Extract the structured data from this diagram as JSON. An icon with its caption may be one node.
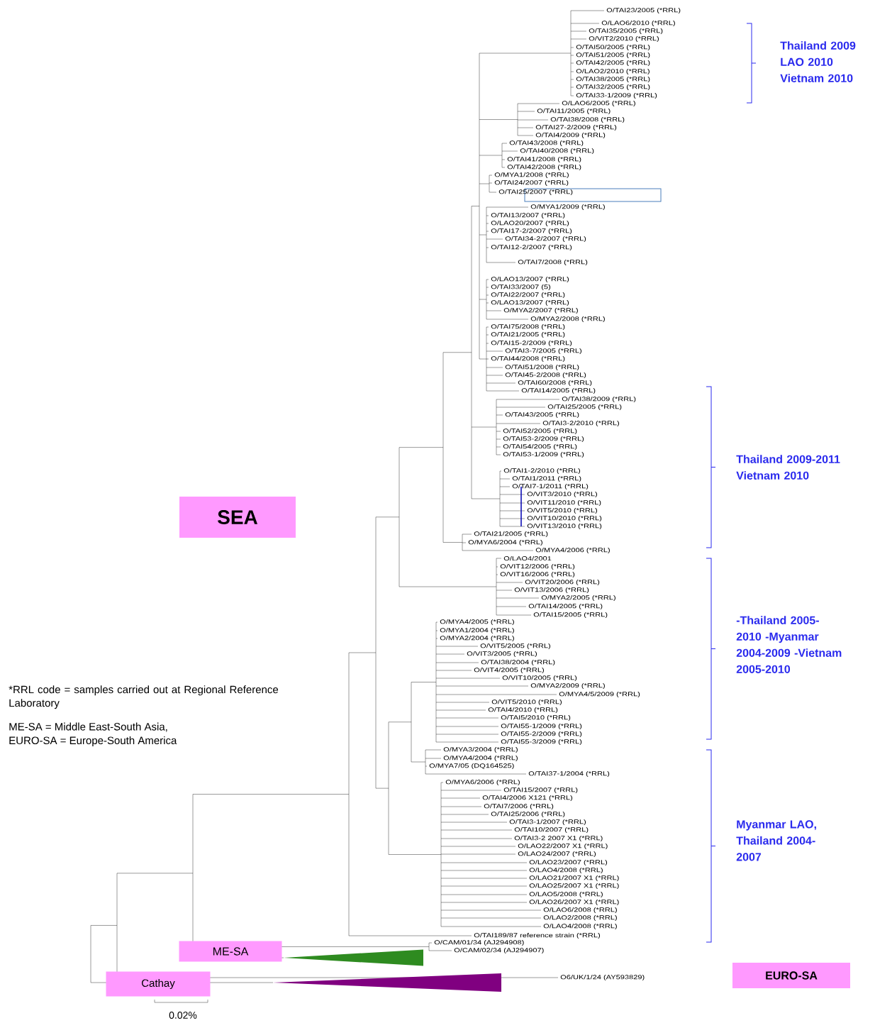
{
  "diagram": {
    "nodes": [
      {
        "text": [
          "SEA"
        ]
      },
      {
        "text": [
          "ME-SA"
        ]
      },
      {
        "text": [
          "Cathay"
        ]
      },
      {
        "text": [
          "EURO-SA"
        ]
      }
    ],
    "labels": [
      "O/TAI23/2005 (*RRL)",
      "O/LAO6/2010 (*RRL)",
      "O/TAI35/2005 (*RRL)",
      "O/VIT2/2010 (*RRL)",
      "O/TAI50/2005 (*RRL)",
      "O/TAI51/2005 (*RRL)",
      "O/TAI42/2005 (*RRL)",
      "O/LAO2/2010 (*RRL)",
      "O/TAI38/2005 (*RRL)",
      "O/TAI32/2005 (*RRL)",
      "O/TAI33-1/2009 (*RRL)",
      "O/LAO6/2005 (*RRL)",
      "O/TAI11/2005 (*RRL)",
      "O/TAI38/2008 (*RRL)",
      "O/TAI27-2/2009 (*RRL)",
      "O/TAI4/2009 (*RRL)",
      "O/TAI43/2008 (*RRL)",
      "O/TAI40/2008 (*RRL)",
      "O/TAI41/2008 (*RRL)",
      "O/TAI42/2008 (*RRL)",
      "O/MYA1/2008 (*RRL)",
      "O/TAI24/2007 (*RRL)",
      "O/TAI25/2007 (*RRL)",
      "O/MYA1/2009 (*RRL)",
      "O/TAI13/2007 (*RRL)",
      "O/LAO20/2007 (*RRL)",
      "O/TAI17-2/2007 (*RRL)",
      "O/TAI34-2/2007 (*RRL)",
      "O/TAI12-2/2007 (*RRL)",
      "O/TAI7/2008 (*RRL)",
      "O/LAO13/2007 (*RRL)",
      "O/TAI33/2007 (5)",
      "O/TAI22/2007 (*RRL)",
      "O/LAO13/2007 (*RRL)",
      "O/MYA2/2007 (*RRL)",
      "O/MYA2/2008 (*RRL)",
      "O/TAI75/2008 (*RRL)",
      "O/TAI21/2005 (*RRL)",
      "O/TAI15-2/2009 (*RRL)",
      "O/TAI3-7/2005 (*RRL)",
      "O/TAI44/2008 (*RRL)",
      "O/TAI51/2008 (*RRL)",
      "O/TAI45-2/2008 (*RRL)",
      "O/TAI60/2008 (*RRL)",
      "O/TAI14/2005 (*RRL)",
      "O/TAI38/2009 (*RRL)",
      "O/TAI25/2005 (*RRL)",
      "O/TAI43/2005 (*RRL)",
      "O/TAI3-2/2010 (*RRL)",
      "O/TAI52/2005 (*RRL)",
      "O/TAI53-2/2009 (*RRL)",
      "O/TAI54/2005 (*RRL)",
      "O/TAI53-1/2009 (*RRL)",
      "O/TAI1-2/2010 (*RRL)",
      "O/TAI1/2011 (*RRL)",
      "O/TAI7-1/2011 (*RRL)",
      "O/VIT3/2010 (*RRL)",
      "O/VIT11/2010 (*RRL)",
      "O/VIT5/2010 (*RRL)",
      "O/VIT10/2010 (*RRL)",
      "O/VIT13/2010 (*RRL)",
      "O/TAI21/2005 (*RRL)",
      "O/MYA6/2004 (*RRL)",
      "O/MYA4/2006 (*RRL)",
      "O/LAO4/2001",
      "O/VIT12/2006 (*RRL)",
      "O/VIT16/2006 (*RRL)",
      "O/VIT20/2006 (*RRL)",
      "O/VIT13/2006 (*RRL)",
      "O/MYA2/2005 (*RRL)",
      "O/TAI14/2005 (*RRL)",
      "O/TAI15/2005 (*RRL)",
      "O/MYA4/2005 (*RRL)",
      "O/MYA1/2004 (*RRL)",
      "O/MYA2/2004 (*RRL)",
      "O/VIT5/2005 (*RRL)",
      "O/VIT3/2005 (*RRL)",
      "O/TAI38/2004 (*RRL)",
      "O/VIT4/2005 (*RRL)",
      "O/VIT10/2005 (*RRL)",
      "O/MYA2/2009 (*RRL)",
      "O/MYA4/5/2009 (*RRL)",
      "O/VIT5/2010 (*RRL)",
      "O/TAI4/2010 (*RRL)",
      "O/TAI5/2010 (*RRL)",
      "O/TAI55-1/2009 (*RRL)",
      "O/TAI55-2/2009 (*RRL)",
      "O/TAI55-3/2009 (*RRL)",
      "O/MYA3/2004 (*RRL)",
      "O/MYA4/2004 (*RRL)",
      "O/MYA7/05 (DQ164525)",
      "O/TAI37-1/2004 (*RRL)",
      "O/MYA6/2006 (*RRL)",
      "O/TAI15/2007 (*RRL)",
      "O/TAI4/2006 X121 (*RRL)",
      "O/TAI7/2006 (*RRL)",
      "O/TAI25/2006 (*RRL)",
      "O/TAI3-1/2007 (*RRL)",
      "O/TAI10/2007 (*RRL)",
      "O/TAI3-2 2007 X1 (*RRL)",
      "O/LAO22/2007 X1 (*RRL)",
      "O/LAO24/2007 (*RRL)",
      "O/LAO23/2007 (*RRL)",
      "O/LAO4/2008 (*RRL)",
      "O/LAO21/2007 X1 (*RRL)",
      "O/LAO25/2007 X1 (*RRL)",
      "O/LAO5/2008 (*RRL)",
      "O/LAO26/2007 X1 (*RRL)",
      "O/LAO6/2008 (*RRL)",
      "O/LAO2/2008 (*RRL)",
      "O/LAO4/2008 (*RRL)",
      "O/TAI189/87 reference strain (*RRL)",
      "O/CAM/01/34 (AJ294908)",
      "O/CAM/02/34 (AJ294907)",
      "O6/UK/1/24 (AY593829)",
      "Thailand 2009 LAO 2010 Vietnam 2010",
      "Thailand 2009-2011 Vietnam 2010",
      "-Thailand 2005-2010 -Myanmar 2004-2009 -Vietnam 2005-2010",
      "Myanmar LAO, Thailand 2004-2007",
      "*RRL code = samples carried out at Regional Reference Laboratory",
      "ME-SA = Middle East-South Asia,",
      "EURO-SA = Europe-South America",
      "0.02%"
    ]
  }
}
